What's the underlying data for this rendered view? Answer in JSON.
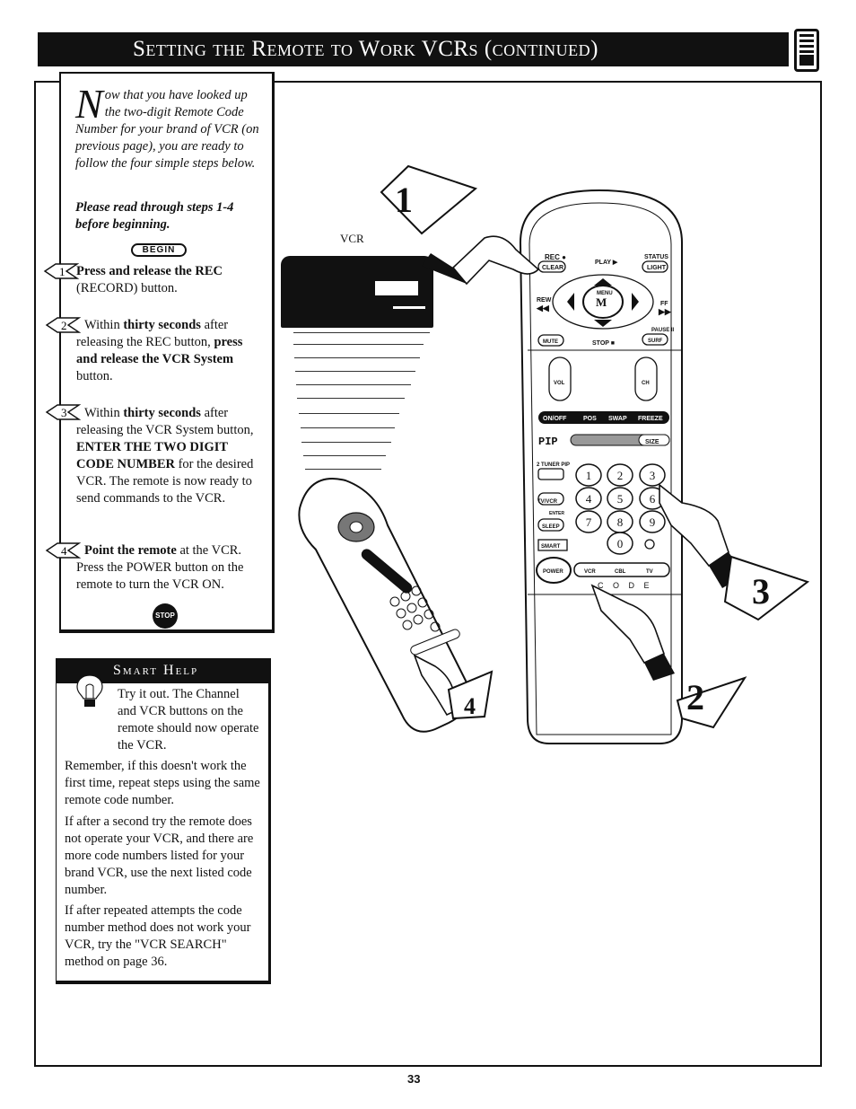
{
  "header": {
    "title": "Setting the Remote to Work VCRs (continued)"
  },
  "intro": {
    "drop_cap": "N",
    "text": "ow that you have looked up the two-digit Remote Code Number for your brand of VCR (on previous page), you are ready to follow the four simple steps below.",
    "note": "Please read through steps 1-4 before beginning."
  },
  "begin_label": "BEGIN",
  "steps": [
    {
      "number": "1",
      "bold": "Press and release the REC",
      "text": "(RECORD) button."
    },
    {
      "number": "2",
      "pre": "Within",
      "bold1": "thirty seconds",
      "mid": "after releasing the REC button,",
      "bold2": "press and release the VCR System",
      "post": "button."
    },
    {
      "number": "3",
      "pre": "Within",
      "bold1": "thirty seconds",
      "mid": "after releasing the VCR System button,",
      "bold2": "ENTER THE TWO DIGIT CODE NUMBER",
      "post": "for the desired VCR. The remote is now ready to send commands to the VCR."
    },
    {
      "number": "4",
      "bold": "Point the remote",
      "text": "at the VCR. Press the POWER button on the remote to turn the VCR ON."
    }
  ],
  "stop_label": "STOP",
  "smart_help": {
    "title": "Smart Help",
    "paragraphs": [
      "Try it out. The Channel and VCR buttons on the remote should now operate the VCR.",
      "Remember, if this doesn't work the first time, repeat steps using the same remote code number.",
      "If after a second try the remote does not operate your VCR, and there are more code numbers listed for your brand VCR, use the next listed code number.",
      "If after repeated attempts the code number method does not work your VCR, try the \"VCR SEARCH\" method on page 36."
    ]
  },
  "illustration": {
    "vcr_label": "VCR",
    "callouts": [
      "1",
      "2",
      "3",
      "4"
    ],
    "remote_labels": {
      "rec": "REC ●",
      "clear": "CLEAR",
      "play": "PLAY ▶",
      "status": "STATUS",
      "light": "LIGHT",
      "rew": "REW",
      "rew_arrows": "◀◀",
      "ff": "FF",
      "ff_arrows": "▶▶",
      "menu": "MENU",
      "m": "M",
      "mute": "MUTE",
      "stop": "STOP ■",
      "pause": "PAUSE II",
      "surf": "SURF",
      "vol": "VOL",
      "ch": "CH",
      "on_off": "ON/OFF",
      "pos": "POS",
      "swap": "SWAP",
      "freeze": "FREEZE",
      "pip": "PIP",
      "size": "SIZE",
      "tuner_pip": "2 TUNER PIP",
      "tv_vcr": "TV/VCR",
      "enter": "ENTER",
      "sleep": "SLEEP",
      "smart": "SMART",
      "power": "POWER",
      "vcr": "VCR",
      "cbl": "CBL",
      "tv": "TV",
      "code": "C O D E",
      "digits": [
        "1",
        "2",
        "3",
        "4",
        "5",
        "6",
        "7",
        "8",
        "9",
        "0"
      ]
    }
  },
  "page_number": "33"
}
